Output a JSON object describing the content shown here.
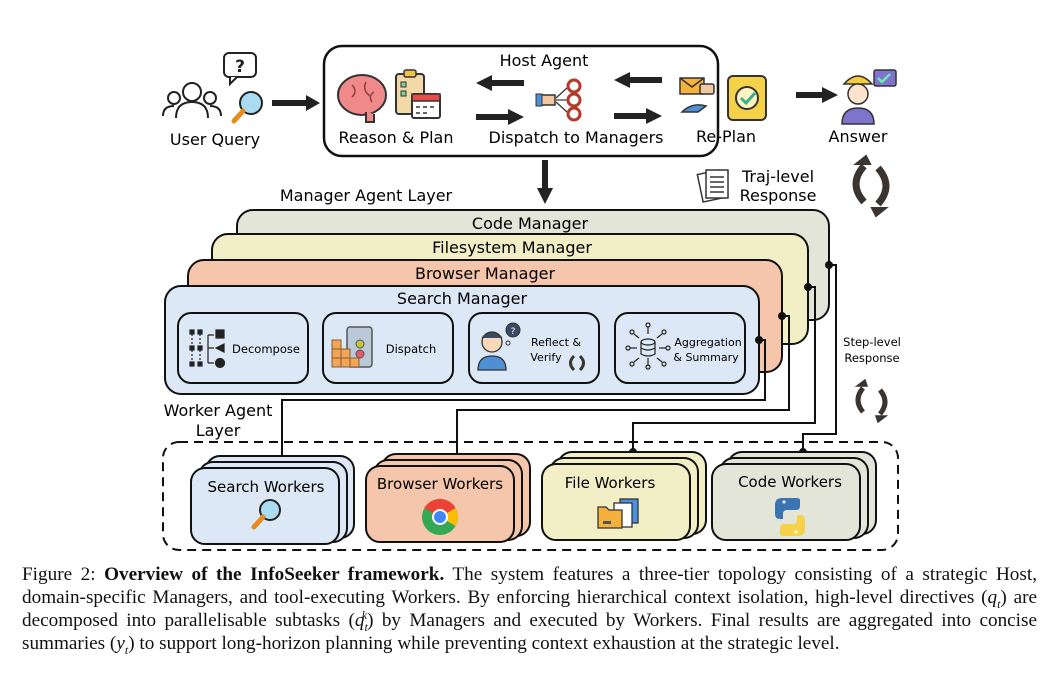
{
  "host": {
    "title": "Host Agent",
    "user_query_label": "User Query",
    "reason_plan_label": "Reason & Plan",
    "dispatch_label": "Dispatch to Managers",
    "replan_label": "Re-Plan",
    "answer_label": "Answer",
    "traj_response_line1": "Traj-level",
    "traj_response_line2": "Response"
  },
  "manager_layer": {
    "title": "Manager Agent Layer",
    "managers": [
      {
        "label": "Code Manager",
        "color": "#e3e5d8"
      },
      {
        "label": "Filesystem Manager",
        "color": "#f2efc6"
      },
      {
        "label": "Browser Manager",
        "color": "#f5c6ab"
      },
      {
        "label": "Search Manager",
        "color": "#dce8f5"
      }
    ],
    "steps": [
      {
        "label": "Decompose"
      },
      {
        "label": "Dispatch"
      },
      {
        "label_line1": "Reflect &",
        "label_line2": "Verify"
      },
      {
        "label_line1": "Aggregation",
        "label_line2": "& Summary"
      }
    ],
    "step_response_line1": "Step-level",
    "step_response_line2": "Response"
  },
  "worker_layer": {
    "title_line1": "Worker Agent",
    "title_line2": "Layer",
    "workers": [
      {
        "label": "Search Workers",
        "color": "#dce8f5",
        "icon": "magnifier-icon"
      },
      {
        "label": "Browser Workers",
        "color": "#f5c6ab",
        "icon": "chrome-icon"
      },
      {
        "label": "File Workers",
        "color": "#f2efc6",
        "icon": "folder-icon"
      },
      {
        "label": "Code Workers",
        "color": "#e3e5d8",
        "icon": "python-icon"
      }
    ]
  },
  "caption": {
    "prefix": "Figure 2: ",
    "bold": "Overview of the InfoSeeker framework.",
    "part1": " The system features a three-tier topology consisting of a strategic Host, domain-specific Managers, and tool-executing Workers. By enforcing hierarchical context isolation, high-level directives (",
    "q": "q",
    "t": "t",
    "part2": ") are decomposed into parallelisable subtasks (",
    "k": "k",
    "part3": ") by Managers and executed by Workers. Final results are aggregated into concise summaries (",
    "y": "y",
    "part4": ") to support long-horizon planning while preventing context exhaustion at the strategic level."
  }
}
